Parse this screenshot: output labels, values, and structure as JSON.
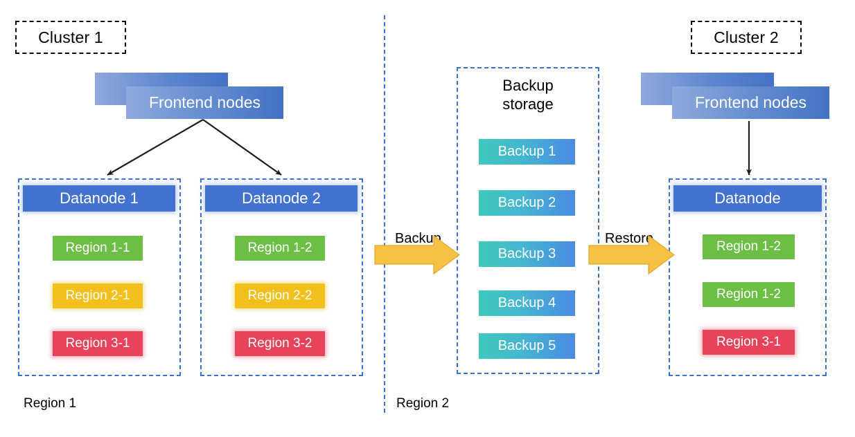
{
  "diagram": {
    "title_tags": [
      {
        "name": "cluster-1",
        "label": "Cluster 1"
      },
      {
        "name": "cluster-2",
        "label": "Cluster 2"
      }
    ],
    "frontend_nodes": {
      "label_left": "Frontend nodes",
      "label_right": "Frontend nodes"
    },
    "cluster1": {
      "datanodes": [
        {
          "title": "Datanode 1",
          "regions": [
            {
              "label": "Region 1-1",
              "color": "#6cbe45"
            },
            {
              "label": "Region 2-1",
              "color": "#f2bf1c"
            },
            {
              "label": "Region 3-1",
              "color": "#e8435a"
            }
          ]
        },
        {
          "title": "Datanode 2",
          "regions": [
            {
              "label": "Region 1-2",
              "color": "#6cbe45"
            },
            {
              "label": "Region 2-2",
              "color": "#f2bf1c"
            },
            {
              "label": "Region 3-2",
              "color": "#e8435a"
            }
          ]
        }
      ]
    },
    "backup_storage": {
      "title_line1": "Backup",
      "title_line2": "storage",
      "items": [
        {
          "label": "Backup 1"
        },
        {
          "label": "Backup 2"
        },
        {
          "label": "Backup 3"
        },
        {
          "label": "Backup 4"
        },
        {
          "label": "Backup 5"
        }
      ]
    },
    "cluster2": {
      "datanode": {
        "title": "Datanode",
        "regions": [
          {
            "label": "Region 1-2",
            "color": "#6cbe45"
          },
          {
            "label": "Region 1-2",
            "color": "#6cbe45"
          },
          {
            "label": "Region 3-1",
            "color": "#e8435a"
          }
        ]
      }
    },
    "flows": [
      {
        "name": "backup-flow",
        "label": "Backup"
      },
      {
        "name": "restore-flow",
        "label": "Restore"
      }
    ],
    "region_labels": [
      {
        "name": "region-1",
        "label": "Region 1"
      },
      {
        "name": "region-2",
        "label": "Region 2"
      }
    ],
    "colors": {
      "datanode_blue": "#4472d0",
      "frontend_blue": "#4472c4",
      "dashed_blue": "#3b6fd4",
      "arrow_yellow": "#f5c244",
      "arrow_black": "#1b1b28",
      "backup_teal": "#3ec9bd",
      "backup_blue": "#4a8ae4"
    }
  }
}
